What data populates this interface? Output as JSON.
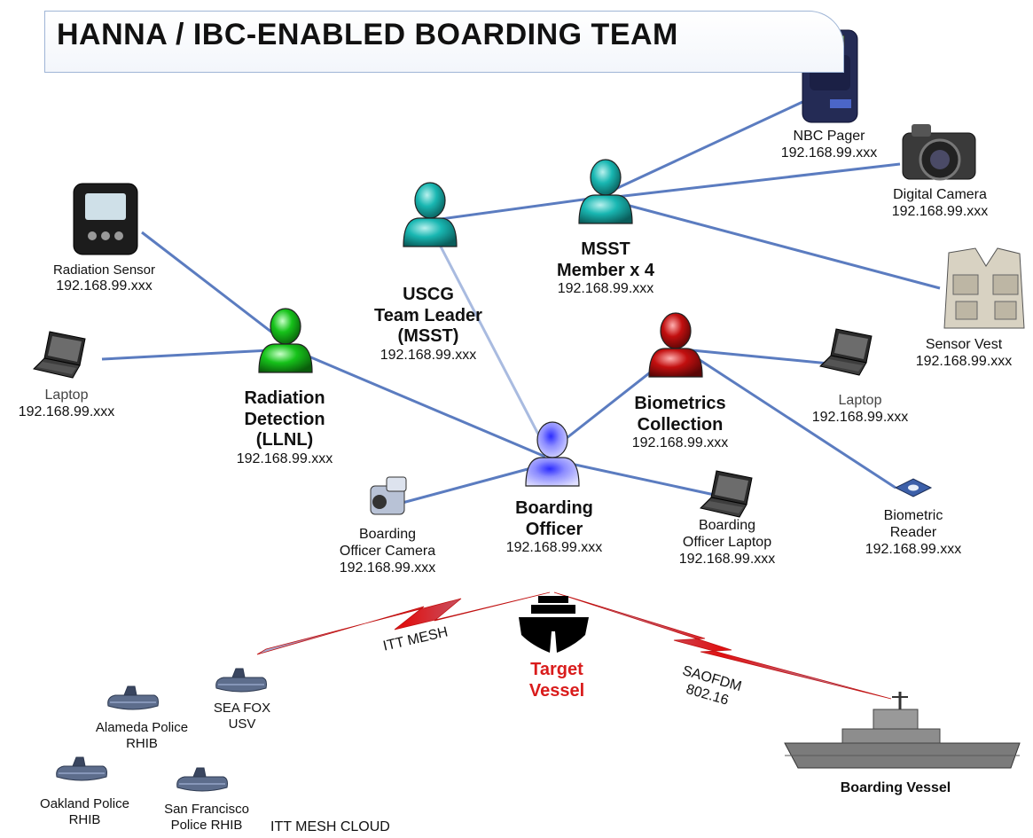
{
  "title": "HANNA / IBC-ENABLED BOARDING TEAM",
  "colors": {
    "link": "#5b7cc0",
    "radio_red": "#e01010",
    "person_teal": "#19b7b2",
    "person_green": "#16c21a",
    "person_red": "#c20f0f",
    "person_blue": "#3b3df2",
    "target_text": "#d91c1c"
  },
  "people": {
    "team_leader": {
      "icon": "person-teal-icon",
      "lines": [
        "USCG",
        "Team Leader",
        "(MSST)"
      ],
      "ip": "192.168.99.xxx"
    },
    "msst": {
      "icon": "person-teal-icon",
      "lines": [
        "MSST",
        "Member x 4"
      ],
      "ip": "192.168.99.xxx"
    },
    "radiation": {
      "icon": "person-green-icon",
      "lines": [
        "Radiation",
        "Detection",
        "(LLNL)"
      ],
      "ip": "192.168.99.xxx"
    },
    "biometrics": {
      "icon": "person-red-icon",
      "lines": [
        "Biometrics",
        "Collection"
      ],
      "ip": "192.168.99.xxx"
    },
    "boarding_officer": {
      "icon": "person-blue-icon",
      "lines": [
        "Boarding",
        "Officer"
      ],
      "ip": "192.168.99.xxx"
    }
  },
  "devices": {
    "nbc_pager": {
      "icon": "nbc-pager-icon",
      "lines": [
        "NBC Pager"
      ],
      "ip": "192.168.99.xxx"
    },
    "digital_camera": {
      "icon": "digital-camera-icon",
      "lines": [
        "Digital Camera"
      ],
      "ip": "192.168.99.xxx"
    },
    "sensor_vest": {
      "icon": "sensor-vest-icon",
      "lines": [
        "Sensor Vest"
      ],
      "ip": "192.168.99.xxx"
    },
    "radiation_sensor": {
      "icon": "radiation-sensor-icon",
      "lines": [
        "Radiation Sensor"
      ],
      "ip": "192.168.99.xxx"
    },
    "laptop_left": {
      "icon": "laptop-icon",
      "lines": [
        "Laptop"
      ],
      "ip": "192.168.99.xxx"
    },
    "laptop_right": {
      "icon": "laptop-icon",
      "lines": [
        "Laptop"
      ],
      "ip": "192.168.99.xxx"
    },
    "bo_camera": {
      "icon": "video-camera-icon",
      "lines": [
        "Boarding",
        "Officer Camera"
      ],
      "ip": "192.168.99.xxx"
    },
    "bo_laptop": {
      "icon": "laptop-icon",
      "lines": [
        "Boarding",
        "Officer Laptop"
      ],
      "ip": "192.168.99.xxx"
    },
    "biometric_reader": {
      "icon": "biometric-reader-icon",
      "lines": [
        "Biometric",
        "Reader"
      ],
      "ip": "192.168.99.xxx"
    }
  },
  "vessels": {
    "target": {
      "icon": "ship-icon",
      "lines": [
        "Target",
        "Vessel"
      ]
    },
    "boarding": {
      "icon": "warship-icon",
      "label": "Boarding Vessel"
    },
    "sea_fox": {
      "icon": "boat-icon",
      "lines": [
        "SEA FOX",
        "USV"
      ]
    },
    "alameda": {
      "icon": "boat-icon",
      "lines": [
        "Alameda Police",
        "RHIB"
      ]
    },
    "oakland": {
      "icon": "boat-icon",
      "lines": [
        "Oakland Police",
        "RHIB"
      ]
    },
    "sanfrancisco": {
      "icon": "boat-icon",
      "lines": [
        "San Francisco",
        "Police RHIB"
      ]
    }
  },
  "links": {
    "itt_mesh": "ITT MESH",
    "saofdm": [
      "SAOFDM",
      "802.16"
    ],
    "mesh_cloud": "ITT MESH CLOUD"
  }
}
